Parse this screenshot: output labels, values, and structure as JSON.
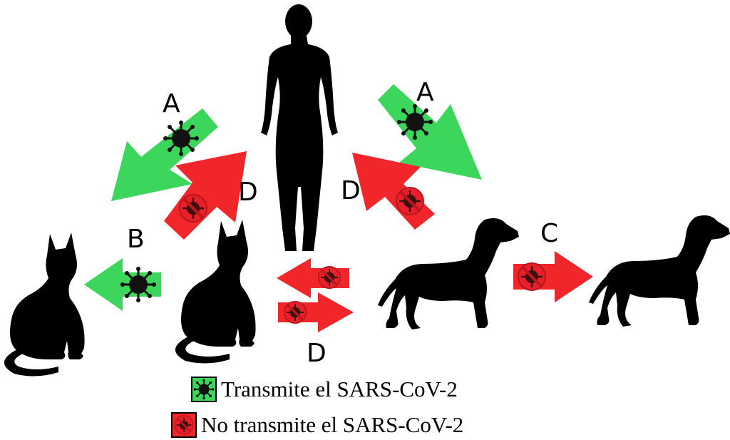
{
  "labels": {
    "human_to_cat": "A",
    "human_to_dog": "A",
    "cat_to_human": "D",
    "dog_to_human": "D",
    "cat_to_cat": "B",
    "dog_to_dog": "C",
    "cat_dog": "D"
  },
  "legend": {
    "transmits": "Transmite el SARS-CoV-2",
    "not_transmits": "No transmite el SARS-CoV-2"
  },
  "colors": {
    "transmits": "#3dd65c",
    "not_transmits": "#f0262a",
    "virus": "#111111",
    "silhouette": "#000000"
  },
  "icons": {
    "human": "human-silhouette-icon",
    "cat": "cat-silhouette-icon",
    "dog": "dog-silhouette-icon",
    "virus": "virus-icon",
    "blocked_virus": "blocked-virus-icon"
  }
}
